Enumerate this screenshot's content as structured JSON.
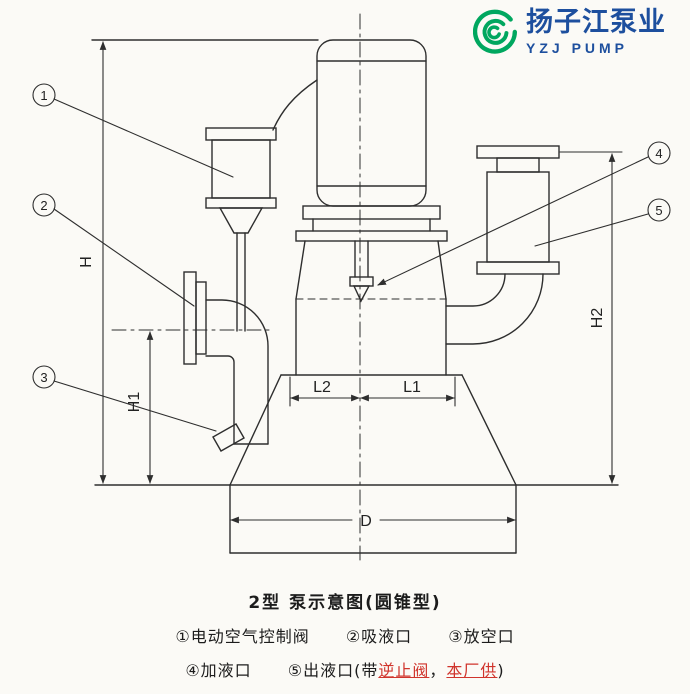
{
  "logo": {
    "brand_cn": "扬子江泵业",
    "brand_en": "YZJ PUMP"
  },
  "colors": {
    "line": "#2e2e2e",
    "brand_green": "#00a75f",
    "brand_blue": "#1d4f9e",
    "highlight_red": "#d0342c"
  },
  "diagram": {
    "dims": {
      "H": "H",
      "H1": "H1",
      "H2": "H2",
      "L1": "L1",
      "L2": "L2",
      "D": "D"
    },
    "callouts": {
      "n1": "1",
      "n2": "2",
      "n3": "3",
      "n4": "4",
      "n5": "5"
    }
  },
  "caption": {
    "title": "2型 泵示意图(圆锥型)",
    "legend1": "①电动空气控制阀",
    "legend2": "②吸液口",
    "legend3": "③放空口",
    "legend4": "④加液口",
    "legend5_prefix": "⑤出液口(带",
    "legend5_red1": "逆止阀",
    "legend5_sep": "，",
    "legend5_red2": "本厂供",
    "legend5_suffix": ")"
  }
}
